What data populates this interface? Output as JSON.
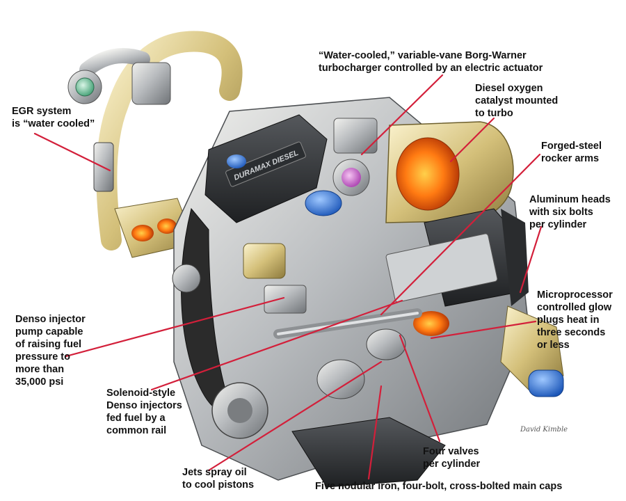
{
  "diagram": {
    "callouts": [
      {
        "id": "turbo",
        "text": "“Water-cooled,” variable-vane Borg-Warner\nturbocharger controlled by an electric actuator"
      },
      {
        "id": "catalyst",
        "text": "Diesel oxygen\ncatalyst mounted\nto turbo"
      },
      {
        "id": "egr",
        "text": "EGR system\nis “water cooled”"
      },
      {
        "id": "rocker",
        "text": "Forged-steel\nrocker arms"
      },
      {
        "id": "heads",
        "text": "Aluminum heads\nwith six bolts\nper cylinder"
      },
      {
        "id": "glow",
        "text": "Microprocessor\ncontrolled glow\nplugs heat in\nthree seconds\nor less"
      },
      {
        "id": "pump",
        "text": "Denso injector\npump capable\nof raising fuel\npressure to\nmore than\n35,000 psi"
      },
      {
        "id": "injectors",
        "text": "Solenoid-style\nDenso injectors\nfed fuel by a\ncommon rail"
      },
      {
        "id": "jets",
        "text": "Jets spray oil\nto cool pistons"
      },
      {
        "id": "valves",
        "text": "Four valves\nper cylinder"
      },
      {
        "id": "caps",
        "text": "Five nodular iron, four-bolt, cross-bolted main caps"
      }
    ],
    "cover_text": "DURAMAX DIESEL",
    "signature": "David Kimble"
  },
  "colors": {
    "leader": "#d31f3a",
    "label": "#111111"
  }
}
